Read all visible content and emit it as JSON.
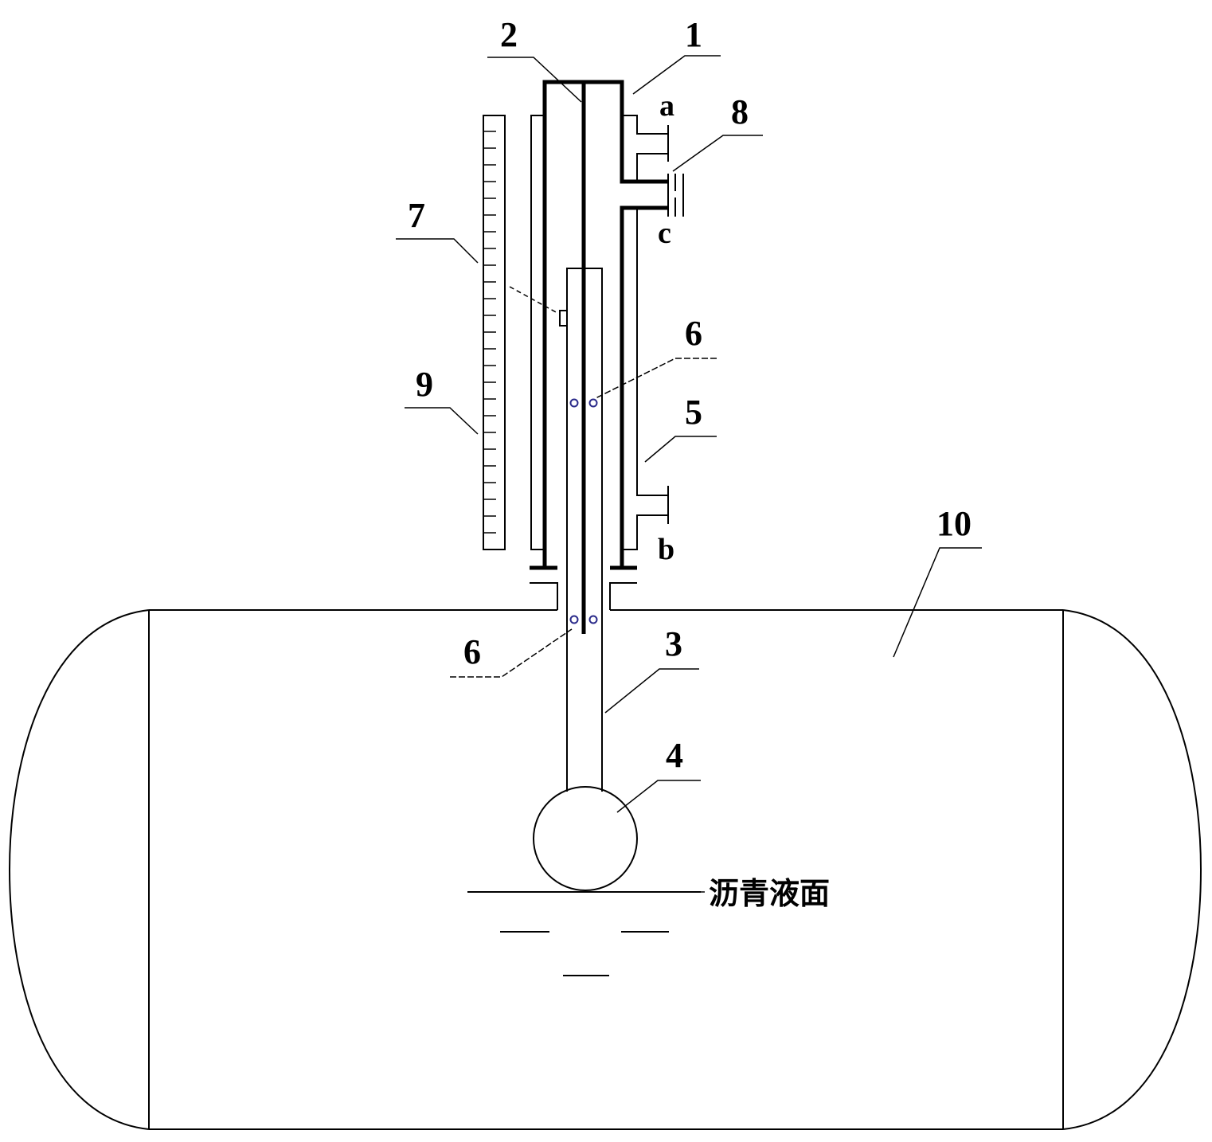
{
  "labels": {
    "l1": "1",
    "l2": "2",
    "l3": "3",
    "l4": "4",
    "l5": "5",
    "l6_upper": "6",
    "l6_lower": "6",
    "l7": "7",
    "l8": "8",
    "l9": "9",
    "l10": "10"
  },
  "ports": {
    "a": "a",
    "b": "b",
    "c": "c"
  },
  "liquid_level_label": "沥青液面",
  "colors": {
    "line": "#000000",
    "oring": "#2a2a8a"
  }
}
